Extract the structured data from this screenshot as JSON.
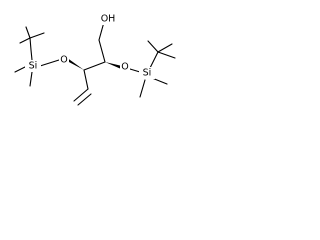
{
  "molecule": {
    "atoms": {
      "hydroxyl": "OH",
      "oxygen_left": "O",
      "oxygen_right": "O",
      "silicon_left": "Si",
      "silicon_right": "Si"
    },
    "bond_color": "#000000",
    "background_color": "#ffffff"
  }
}
